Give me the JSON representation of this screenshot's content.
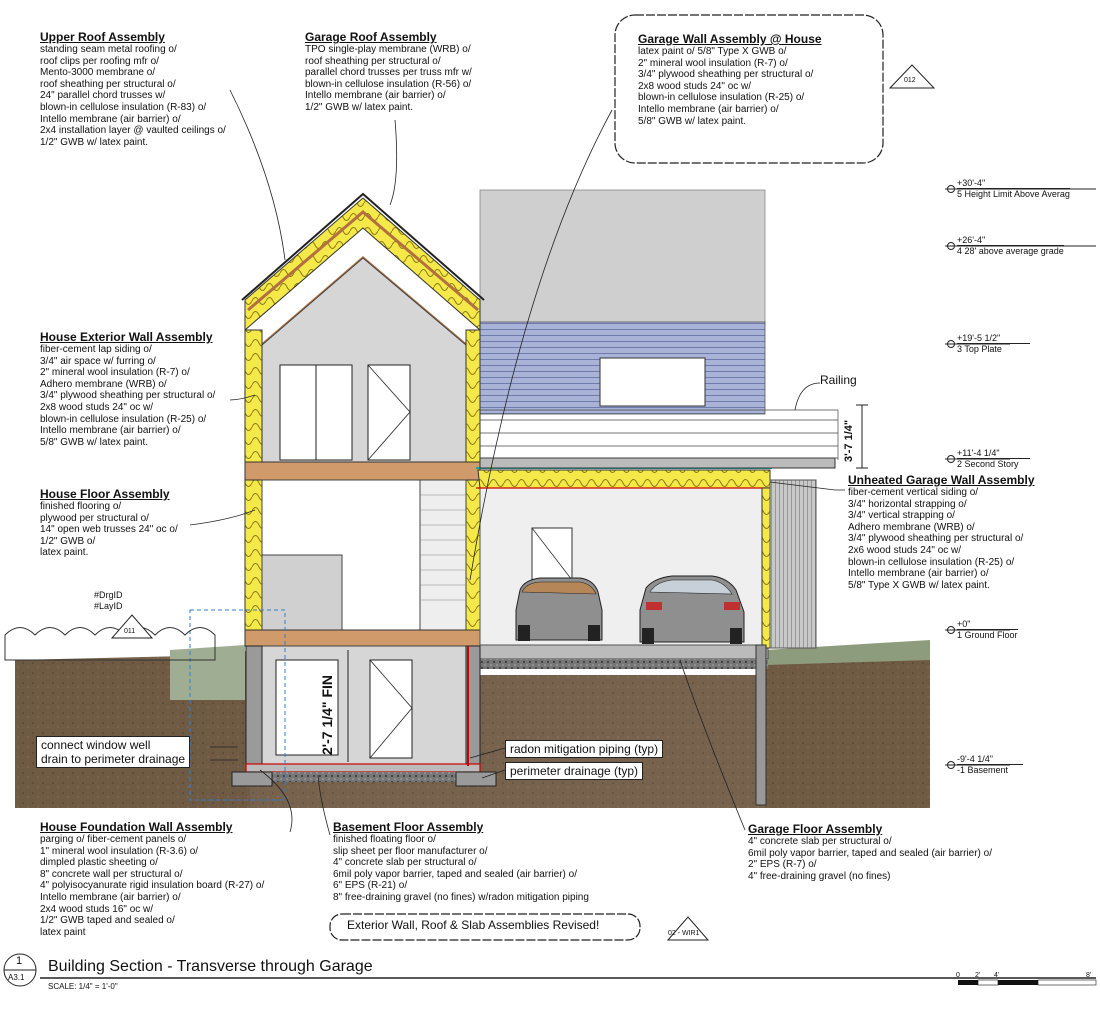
{
  "notes": {
    "upper_roof": {
      "heading": "Upper Roof Assembly",
      "lines": [
        "standing seam metal roofing o/",
        "roof clips per roofing mfr o/",
        "Mento-3000 membrane o/",
        "roof sheathing per structural o/",
        "24\" parallel chord trusses w/",
        "blown-in cellulose insulation (R-83) o/",
        "Intello membrane (air barrier) o/",
        "2x4 installation layer @ vaulted ceilings o/",
        "1/2\" GWB w/ latex paint."
      ]
    },
    "garage_roof": {
      "heading": "Garage Roof Assembly",
      "lines": [
        "TPO single-play membrane (WRB) o/",
        "roof sheathing per structural o/",
        "parallel chord trusses per truss mfr w/",
        "blown-in cellulose insulation (R-56) o/",
        "Intello membrane (air barrier) o/",
        "1/2\" GWB w/ latex paint."
      ]
    },
    "garage_wall_house": {
      "heading": "Garage Wall Assembly @ House",
      "lines": [
        "latex paint o/ 5/8\" Type X GWB o/",
        "2\" mineral wool insulation (R-7) o/",
        "3/4\" plywood sheathing per structural o/",
        "2x8 wood studs 24\" oc w/",
        "blown-in cellulose insulation (R-25) o/",
        "Intello membrane (air barrier) o/",
        "5/8\" GWB w/ latex paint."
      ]
    },
    "house_ext_wall": {
      "heading": "House Exterior Wall Assembly",
      "lines": [
        "fiber-cement lap siding o/",
        "3/4\" air space w/ furring o/",
        "2\" mineral wool insulation (R-7) o/",
        "Adhero membrane (WRB) o/",
        "3/4\" plywood sheathing per structural o/",
        "2x8 wood studs 24\" oc w/",
        "blown-in cellulose insulation (R-25) o/",
        "Intello membrane (air barrier) o/",
        "5/8\" GWB w/ latex paint."
      ]
    },
    "house_floor": {
      "heading": "House Floor Assembly",
      "lines": [
        "finished flooring o/",
        "plywood per structural o/",
        "14\" open web trusses 24\" oc o/",
        "1/2\" GWB o/",
        "latex paint."
      ]
    },
    "unheated_garage_wall": {
      "heading": "Unheated Garage Wall Assembly",
      "lines": [
        "fiber-cement vertical siding o/",
        "3/4\" horizontal strapping o/",
        "3/4\" vertical strapping o/",
        "Adhero membrane (WRB) o/",
        "3/4\" plywood sheathing per structural o/",
        "2x6 wood studs 24\" oc w/",
        "blown-in cellulose insulation (R-25) o/",
        "Intello membrane (air barrier) o/",
        "5/8\" Type X GWB w/ latex paint."
      ]
    },
    "house_foundation": {
      "heading": "House Foundation Wall Assembly",
      "lines": [
        "parging o/ fiber-cement panels o/",
        "1\" mineral wool insulation (R-3.6) o/",
        "dimpled plastic sheeting o/",
        "8\" concrete wall per structural o/",
        "4\" polyisocyanurate rigid insulation board (R-27) o/",
        "Intello membrane (air barrier) o/",
        "2x4 wood studs 16\" oc w/",
        "1/2\" GWB taped and sealed o/",
        "latex paint"
      ]
    },
    "basement_floor": {
      "heading": "Basement Floor Assembly",
      "lines": [
        "finished floating floor o/",
        "slip sheet per floor manufacturer o/",
        "4\" concrete slab per structural o/",
        "6mil poly vapor barrier, taped and sealed (air barrier) o/",
        "6\" EPS (R-21) o/",
        "8\" free-draining gravel (no fines) w/radon mitigation piping"
      ]
    },
    "garage_floor": {
      "heading": "Garage Floor Assembly",
      "lines": [
        "4\" concrete slab per structural o/",
        "6mil poly vapor barrier, taped and sealed (air barrier) o/",
        "2\" EPS (R-7) o/",
        "4\" free-draining gravel (no fines)"
      ]
    }
  },
  "levels": [
    {
      "elev": "+30'-4\"",
      "name": "5 Height Limit Above Averag"
    },
    {
      "elev": "+26'-4\"",
      "name": "4 28' above average grade"
    },
    {
      "elev": "+19'-5 1/2\"",
      "name": "3 Top Plate"
    },
    {
      "elev": "+11'-4 1/4\"",
      "name": "2 Second Story"
    },
    {
      "elev": "+0\"",
      "name": "1 Ground Floor"
    },
    {
      "elev": "-9'-4 1/4\"",
      "name": "-1 Basement"
    }
  ],
  "callouts": {
    "window_well": [
      "connect window well",
      "drain to perimeter drainage"
    ],
    "radon": "radon mitigation piping (typ)",
    "perimeter": "perimeter drainage (typ)",
    "railing": "Railing",
    "revision_cloud": "Exterior Wall, Roof & Slab Assemblies Revised!",
    "drg_id": "#DrgID",
    "lay_id": "#LayID"
  },
  "dimensions": {
    "railing_height": "3'-7 1/4\"",
    "basement_height": "2'-7 1/4\" FIN"
  },
  "tags": {
    "tag_012": "012",
    "tag_011": "011",
    "tag_revision": "02 - WIR1"
  },
  "title_block": {
    "view_number": "1",
    "sheet": "A3.1",
    "title": "Building Section - Transverse through Garage",
    "scale": "SCALE: 1/4\"  =  1'-0\"",
    "scale_bar": [
      "0",
      "2'",
      "4'",
      "8'"
    ]
  }
}
